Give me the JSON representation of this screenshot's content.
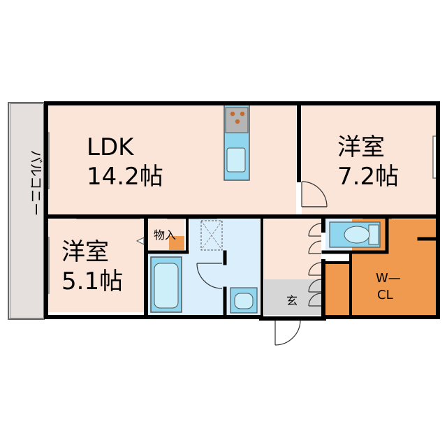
{
  "floorplan": {
    "rooms": {
      "ldk": {
        "name": "LDK",
        "size": "14.2帖"
      },
      "western_north": {
        "name": "洋室",
        "size": "7.2帖"
      },
      "western_south": {
        "name": "洋室",
        "size": "5.1帖"
      },
      "storage": {
        "name": "物入"
      },
      "entrance": {
        "name": "玄"
      },
      "walk_in_closet": {
        "line1": "W—",
        "line2": "CL"
      },
      "balcony": {
        "name": "バルコニー"
      }
    },
    "colors": {
      "wall": "#000000",
      "room_floor": "#fbe4d8",
      "wet_area": "#daeefb",
      "fixture": "#8fd6ee",
      "closet": "#ef9a4f",
      "entrance_floor": "#d6d6d6",
      "balcony": "#e5e0dd"
    }
  }
}
